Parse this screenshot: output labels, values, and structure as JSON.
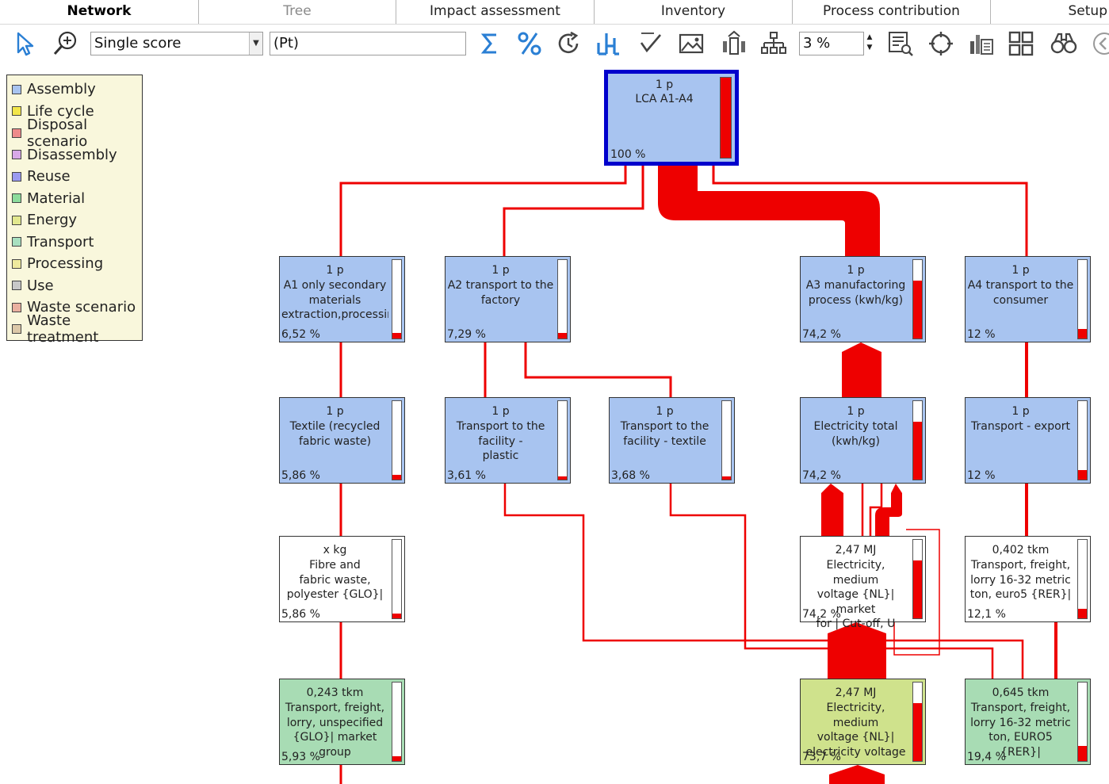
{
  "tabs": [
    {
      "label": "Network",
      "state": "active"
    },
    {
      "label": "Tree",
      "state": "muted"
    },
    {
      "label": "Impact assessment",
      "state": "normal"
    },
    {
      "label": "Inventory",
      "state": "normal"
    },
    {
      "label": "Process contribution",
      "state": "normal"
    },
    {
      "label": "Setup",
      "state": "normal"
    }
  ],
  "toolbar": {
    "score_select": "Single score",
    "unit_field": "(Pt)",
    "cutoff_value": "3 %",
    "icons": [
      "select-pointer-icon",
      "zoom-icon",
      "sigma-icon",
      "percent-icon",
      "refresh-icon",
      "network-layout-icon",
      "check-icon",
      "image-icon",
      "upload-icon",
      "hierarchy-icon",
      "report-icon",
      "target-icon",
      "chart-icon",
      "grid-icon",
      "binoculars-icon",
      "back-icon"
    ]
  },
  "legend": [
    {
      "label": "Assembly",
      "color": "#a8c4f0"
    },
    {
      "label": "Life cycle",
      "color": "#f2e64a"
    },
    {
      "label": "Disposal scenario",
      "color": "#ee8a8a"
    },
    {
      "label": "Disassembly",
      "color": "#d8a8e8"
    },
    {
      "label": "Reuse",
      "color": "#9a9af0"
    },
    {
      "label": "Material",
      "color": "#8cdc9c"
    },
    {
      "label": "Energy",
      "color": "#e2e88e"
    },
    {
      "label": "Transport",
      "color": "#a8e0c0"
    },
    {
      "label": "Processing",
      "color": "#eeea9e"
    },
    {
      "label": "Use",
      "color": "#c8c8c8"
    },
    {
      "label": "Waste scenario",
      "color": "#eab0a0"
    },
    {
      "label": "Waste treatment",
      "color": "#dcc8a8"
    }
  ],
  "colors": {
    "flow": "#ee0000",
    "selected_border": "#0000cc",
    "assembly": "#a8c4f0",
    "transport": "#a8dcb4",
    "energy": "#cfe28c",
    "process": "#ffffff"
  },
  "nodes": {
    "root": {
      "qty": "1 p",
      "label": "LCA A1-A4",
      "pct": "100 %",
      "fill": 1.0
    },
    "a1": {
      "qty": "1 p",
      "label": "A1 only secondary\nmaterials\nextraction,processin",
      "pct": "6,52 %",
      "fill": 0.07
    },
    "a2": {
      "qty": "1 p",
      "label": "A2 transport to the\nfactory",
      "pct": "7,29 %",
      "fill": 0.07
    },
    "a3": {
      "qty": "1 p",
      "label": "A3 manufactoring\nprocess (kwh/kg)",
      "pct": "74,2 %",
      "fill": 0.74
    },
    "a4": {
      "qty": "1 p",
      "label": "A4 transport to the\nconsumer",
      "pct": "12 %",
      "fill": 0.12
    },
    "textile": {
      "qty": "1 p",
      "label": "Textile (recycled\nfabric waste)",
      "pct": "5,86 %",
      "fill": 0.06
    },
    "tplastic": {
      "qty": "1 p",
      "label": "Transport to the\nfacility -\nplastic",
      "pct": "3,61 %",
      "fill": 0.04
    },
    "ttextile": {
      "qty": "1 p",
      "label": "Transport to the\nfacility - textile",
      "pct": "3,68 %",
      "fill": 0.04
    },
    "elec_total": {
      "qty": "1 p",
      "label": "Electricity total\n(kwh/kg)",
      "pct": "74,2 %",
      "fill": 0.74
    },
    "texport": {
      "qty": "1 p",
      "label": "Transport - export",
      "pct": "12 %",
      "fill": 0.12
    },
    "fibre": {
      "qty": "x kg",
      "label": "Fibre and\nfabric waste,\npolyester {GLO}|",
      "pct": "5,86 %",
      "fill": 0.06
    },
    "elec_market": {
      "qty": "2,47 MJ",
      "label": "Electricity, medium\nvoltage {NL}| market\nfor | Cut-off, U",
      "pct": "74,2 %",
      "fill": 0.74
    },
    "lorry_euro5a": {
      "qty": "0,402 tkm",
      "label": "Transport, freight,\nlorry 16-32 metric\nton, euro5 {RER}|",
      "pct": "12,1 %",
      "fill": 0.12
    },
    "lorry_glo": {
      "qty": "0,243 tkm",
      "label": "Transport, freight,\nlorry, unspecified\n{GLO}| market group",
      "pct": "5,93 %",
      "fill": 0.06
    },
    "elec_voltage": {
      "qty": "2,47 MJ",
      "label": "Electricity, medium\nvoltage {NL}|\nelectricity voltage",
      "pct": "73,7 %",
      "fill": 0.74
    },
    "lorry_euro5b": {
      "qty": "0,645 tkm",
      "label": "Transport, freight,\nlorry 16-32 metric\nton, EURO5 {RER}|",
      "pct": "19,4 %",
      "fill": 0.19
    }
  }
}
